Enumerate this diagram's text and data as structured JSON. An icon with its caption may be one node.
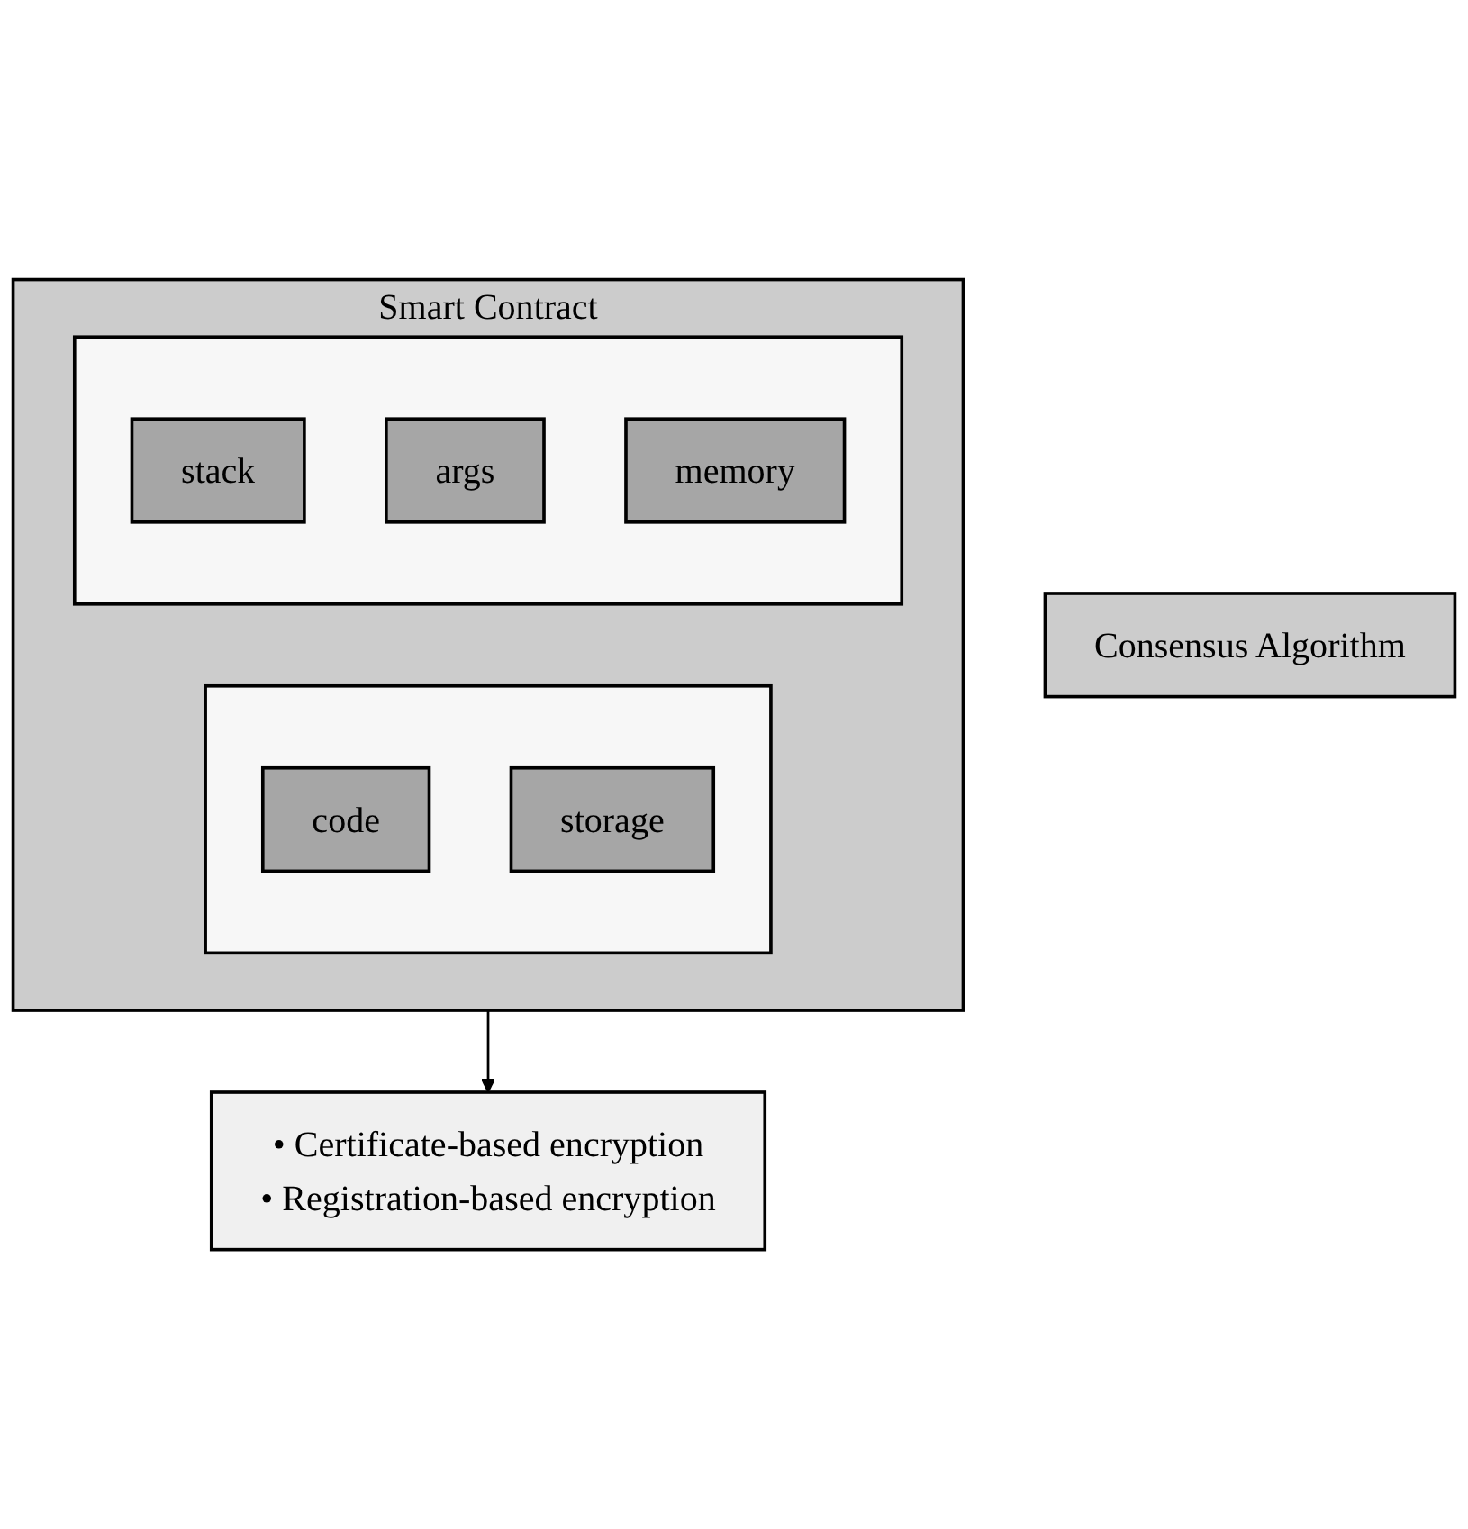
{
  "diagram": {
    "nodes": [
      {
        "text": [
          "• Certificate-based encryption",
          "• Registration-based encryption"
        ]
      },
      {
        "text": [
          "Smart Contract"
        ]
      },
      {
        "text": [],
        "shape": "box",
        "in": 1
      },
      {
        "text": [
          "code"
        ],
        "in": 2
      },
      {
        "text": [
          "storage"
        ],
        "in": 2
      },
      {
        "text": [],
        "shape": "box",
        "in": 1
      },
      {
        "text": [
          "stack"
        ],
        "in": 5
      },
      {
        "text": [
          "args"
        ],
        "in": 5
      },
      {
        "text": [
          "memory"
        ],
        "in": 5
      },
      {
        "text": [
          "Consensus Algorithm"
        ]
      }
    ],
    "edges": [
      {
        "from": 1,
        "to": 0,
        "arrow": "to"
      }
    ]
  }
}
